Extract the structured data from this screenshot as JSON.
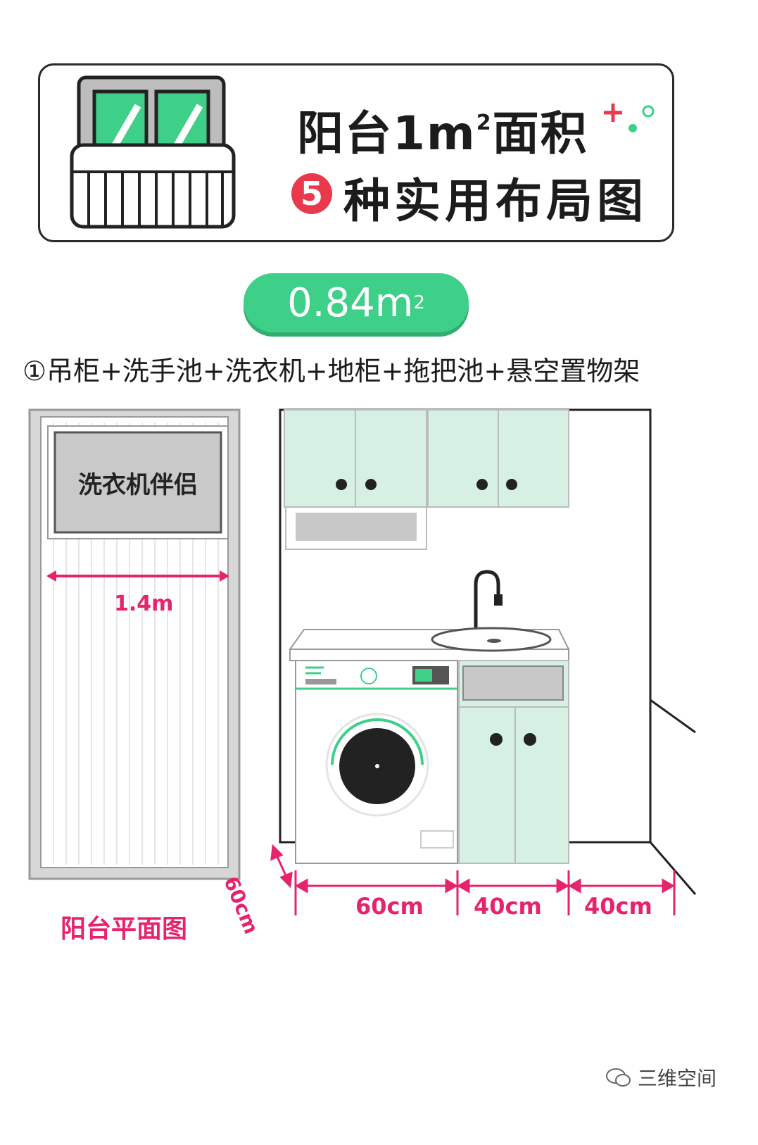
{
  "header": {
    "title_line1_main": "阳台1m",
    "title_line1_sup": "2",
    "title_line1_end": "面积",
    "title_line2_number": "5",
    "title_line2_text": "种实用布局图"
  },
  "area_pill": {
    "value": "0.84m",
    "sup": "2"
  },
  "subtitle": "①吊柜+洗手池+洗衣机+地柜+拖把池+悬空置物架",
  "plan": {
    "companion_label": "洗衣机伴侣",
    "width_label": "1.4m",
    "caption": "阳台平面图"
  },
  "elevation": {
    "dims": [
      "60cm",
      "40cm",
      "40cm"
    ],
    "depth": "60cm"
  },
  "watermark": "三维空间",
  "colors": {
    "accent_green": "#3ecf88",
    "mint": "#d6f1e3",
    "pink": "#e6246d",
    "badge_red": "#e8394d"
  }
}
